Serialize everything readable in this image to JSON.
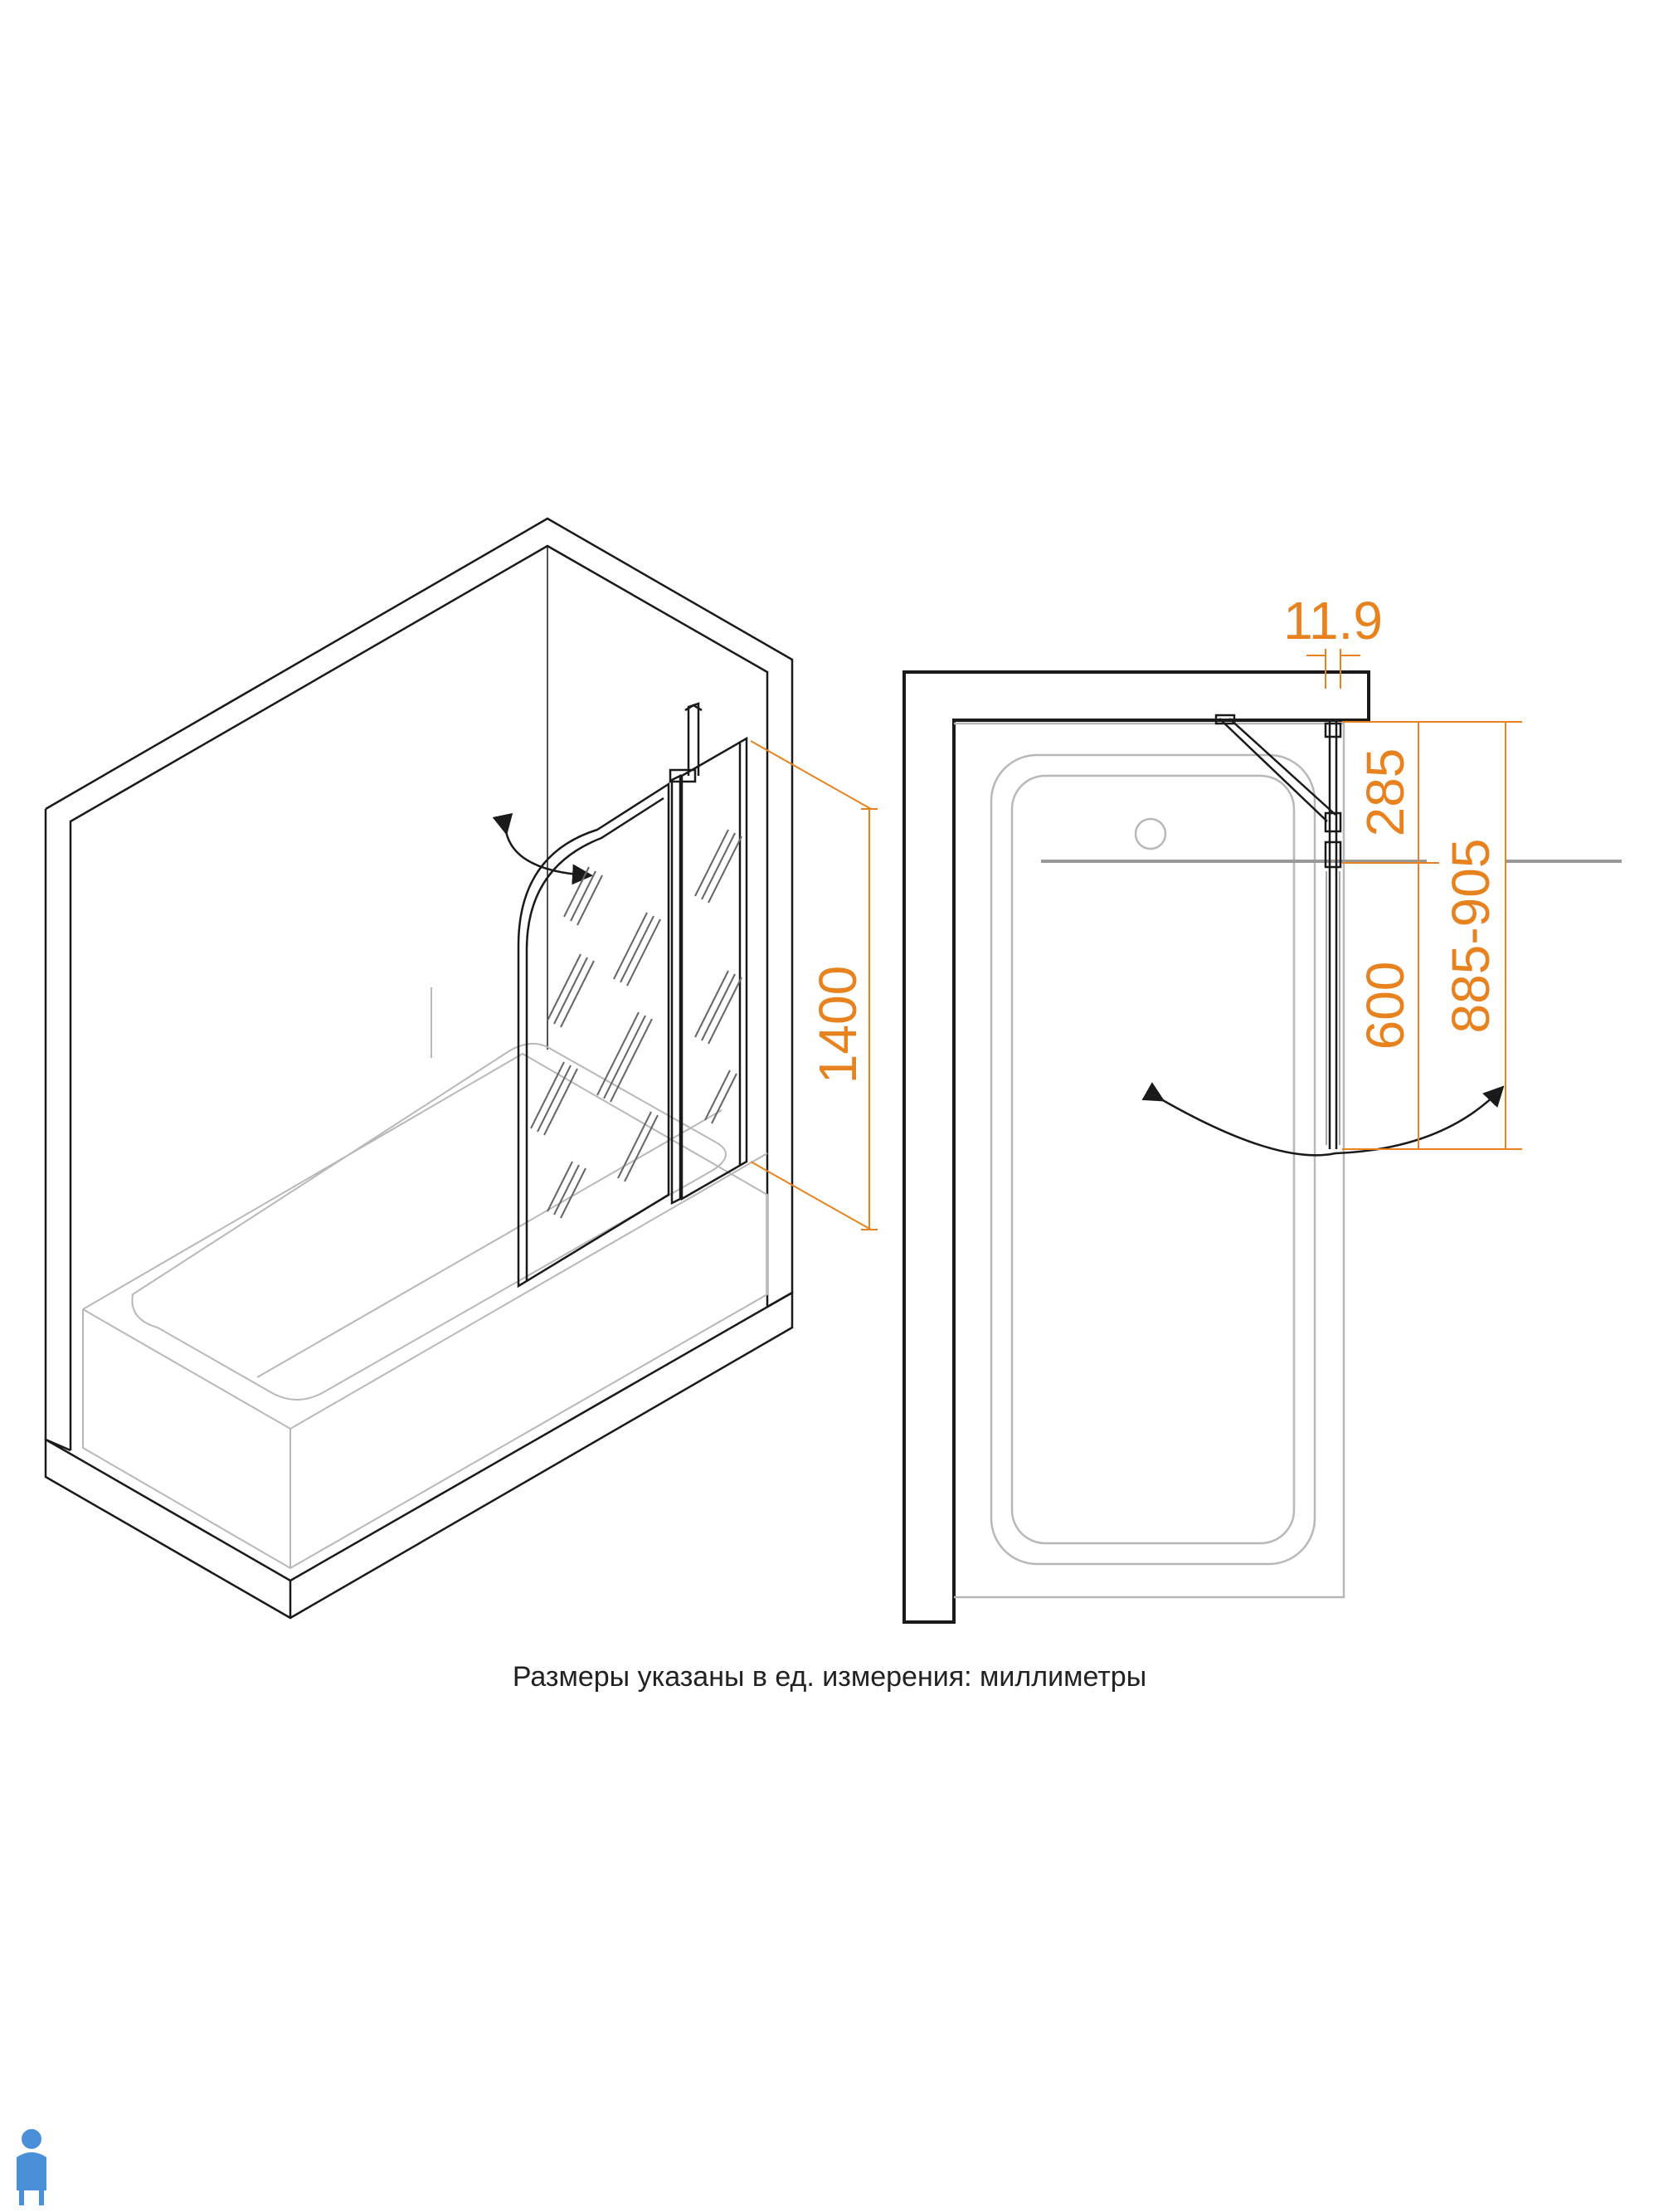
{
  "dimensions": {
    "height": "1400",
    "offset": "11.9",
    "upper": "285",
    "lower": "600",
    "range": "885-905"
  },
  "caption": "Размеры указаны в ед. измерения: миллиметры",
  "colors": {
    "dimension": "#e8821e",
    "line": "#1a1a1a",
    "thin": "#b8b8b8"
  },
  "icons": [
    "rotate-arrow-icon",
    "plumber-logo-icon"
  ]
}
